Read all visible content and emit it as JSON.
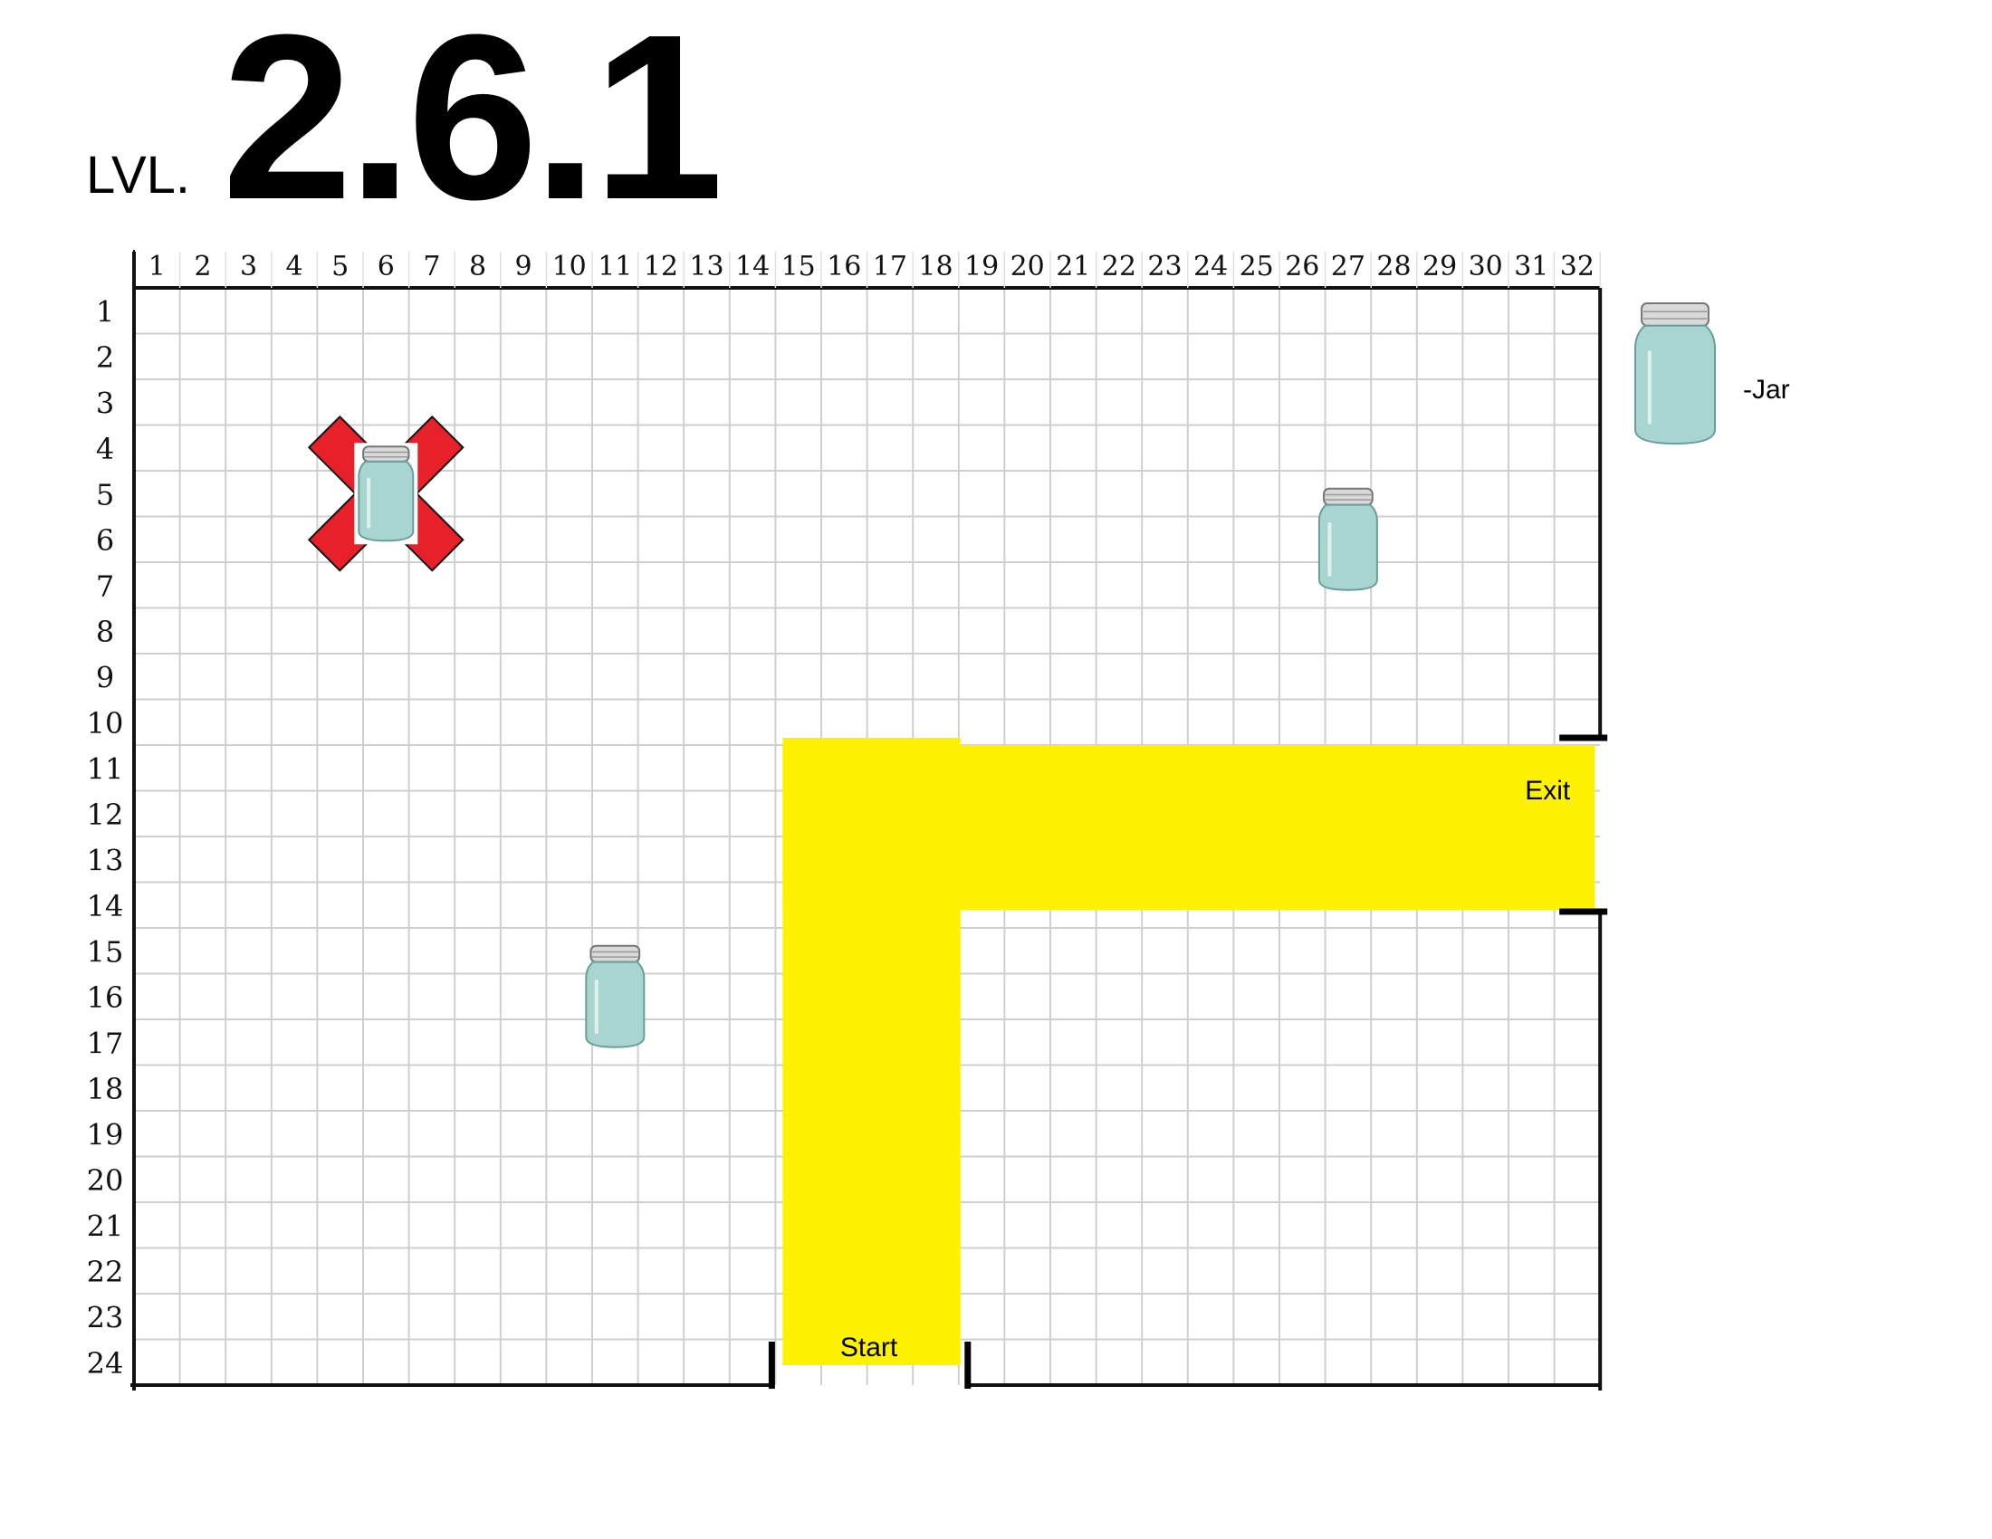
{
  "level": {
    "prefix": "LVL.",
    "number": "2.6.1"
  },
  "grid": {
    "columns": 32,
    "rows": 24
  },
  "path": {
    "color": "#fff200",
    "start_label": "Start",
    "exit_label": "Exit",
    "vertical_segment": {
      "col_from": 15,
      "col_to": 18,
      "row_from": 11,
      "row_to": 24
    },
    "horizontal_segment": {
      "col_from": 15,
      "col_to": 32,
      "row_from": 11,
      "row_to": 14
    }
  },
  "jars": [
    {
      "id": "jar-crossed",
      "col": 6,
      "row": 5,
      "crossed_out": true
    },
    {
      "id": "jar-upper-right",
      "col": 27,
      "row": 6,
      "crossed_out": false
    },
    {
      "id": "jar-lower-left",
      "col": 11,
      "row": 16,
      "crossed_out": false
    }
  ],
  "legend": {
    "label": "-Jar",
    "icon": "jar-icon"
  },
  "colors": {
    "cross": "#e8202a",
    "jar_glass": "#a8d5d0",
    "grid_line": "#cfcfcf",
    "border": "#111111"
  }
}
